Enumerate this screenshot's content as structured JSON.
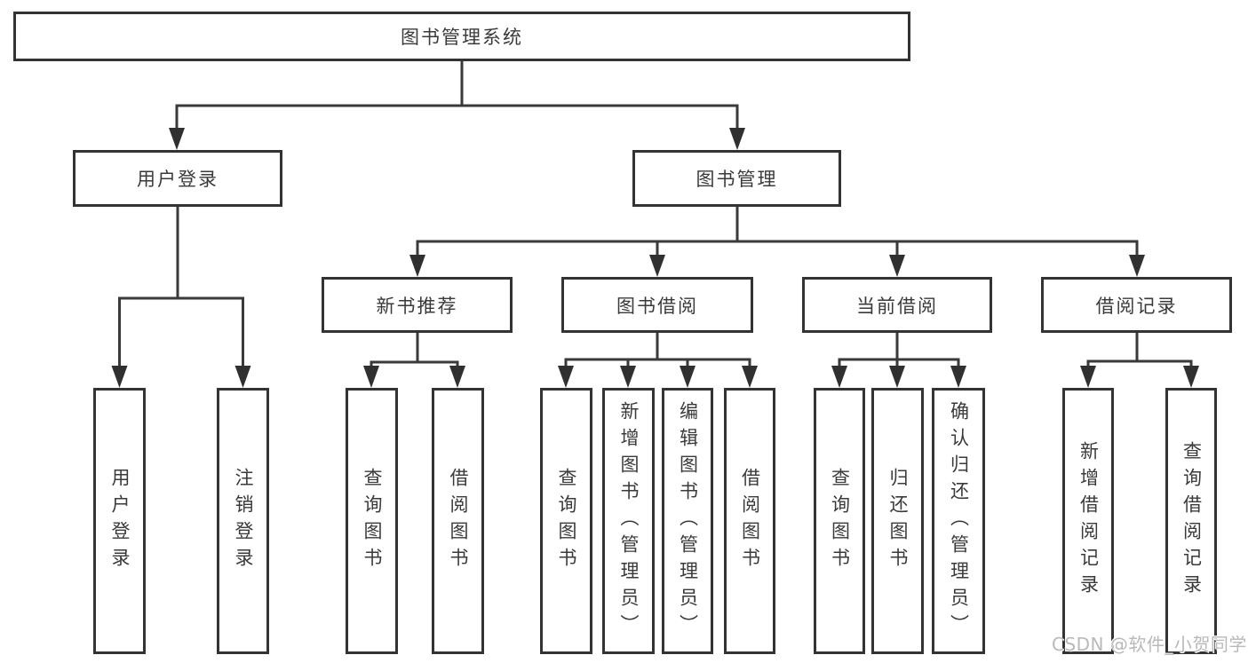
{
  "tree": {
    "root": {
      "label": "图书管理系统",
      "children": [
        {
          "label": "用户登录",
          "children": [
            {
              "label": "用户登录"
            },
            {
              "label": "注销登录"
            }
          ]
        },
        {
          "label": "图书管理",
          "children": [
            {
              "label": "新书推荐",
              "children": [
                {
                  "label": "查询图书"
                },
                {
                  "label": "借阅图书"
                }
              ]
            },
            {
              "label": "图书借阅",
              "children": [
                {
                  "label": "查询图书"
                },
                {
                  "label": "新增图书（管理员）"
                },
                {
                  "label": "编辑图书（管理员）"
                },
                {
                  "label": "借阅图书"
                }
              ]
            },
            {
              "label": "当前借阅",
              "children": [
                {
                  "label": "查询图书"
                },
                {
                  "label": "归还图书"
                },
                {
                  "label": "确认归还（管理员）"
                }
              ]
            },
            {
              "label": "借阅记录",
              "children": [
                {
                  "label": "新增借阅记录"
                },
                {
                  "label": "查询借阅记录"
                }
              ]
            }
          ]
        }
      ]
    }
  },
  "watermark": {
    "text": "CSDN @软件_小贺同学"
  },
  "colors": {
    "line": "#3a3a3a",
    "box_border": "#333333",
    "text": "#3a3a3a",
    "watermark": "#b9b9b9",
    "background": "#ffffff"
  }
}
